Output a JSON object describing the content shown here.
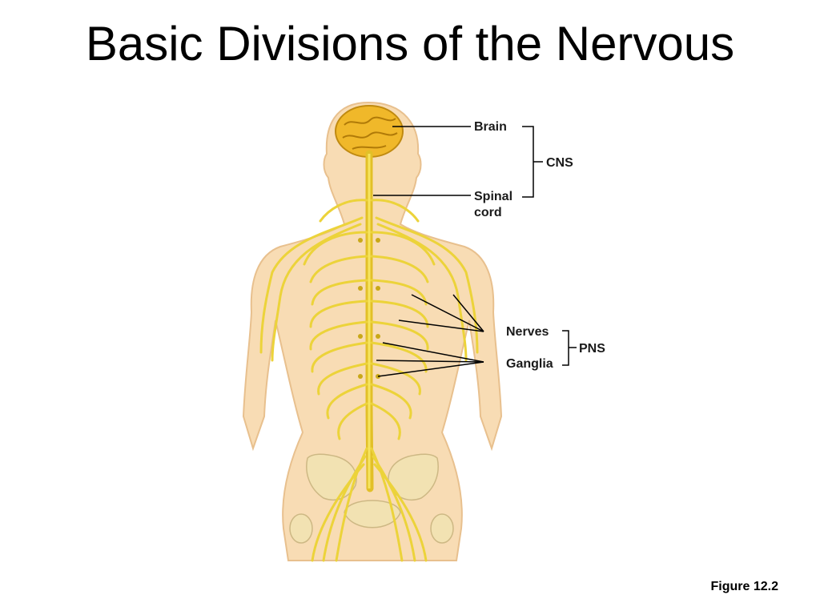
{
  "slide": {
    "title": "Basic Divisions of the Nervous",
    "caption": "Figure 12.2"
  },
  "labels": {
    "brain": "Brain",
    "spinal_cord_line1": "Spinal",
    "spinal_cord_line2": "cord",
    "cns": "CNS",
    "nerves": "Nerves",
    "ganglia": "Ganglia",
    "pns": "PNS"
  },
  "colors": {
    "skin": "#f8dcb4",
    "skin_outline": "#e8c08e",
    "brain": "#f0b82a",
    "nerve": "#ecd33a",
    "nerve_dark": "#b89a1a",
    "pelvis": "#f2e2b2"
  }
}
